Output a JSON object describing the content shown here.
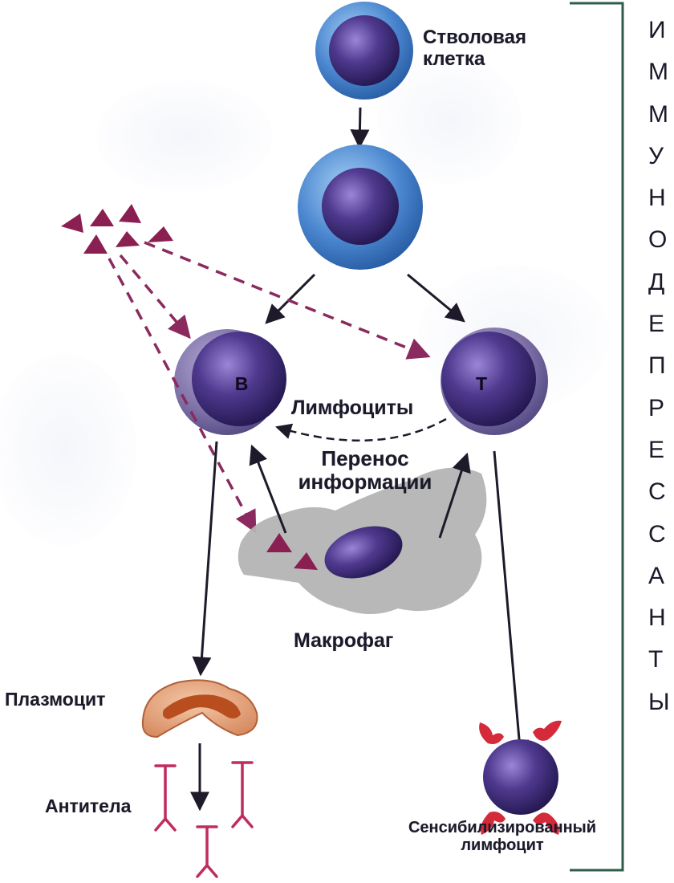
{
  "labels": {
    "stem_cell": "Стволовая\nклетка",
    "b_letter": "B",
    "t_letter": "T",
    "lymphocytes": "Лимфоциты",
    "info_transfer": "Перенос\nинформации",
    "macrophage": "Макрофаг",
    "plasmocyte": "Плазмоцит",
    "antibodies": "Антитела",
    "sensitized_lymphocyte": "Сенсибилизированный\nлимфоцит"
  },
  "bracket_letters": [
    "И",
    "М",
    "М",
    "У",
    "Н",
    "О",
    "Д",
    "Е",
    "П",
    "Р",
    "Е",
    "С",
    "С",
    "А",
    "Н",
    "Т",
    "Ы"
  ],
  "colors": {
    "nucleus": "#4a3585",
    "cell_ring": "#4a86cf",
    "lymph_cytoplasm": "#7f73a8",
    "antigen": "#8a1f52",
    "arrow": "#1e1a2a",
    "antigen_path": "#8a2a5e",
    "macrophage_body": "#b4b4b4",
    "plasmocyte_outer": "#e2a07c",
    "plasmocyte_inner": "#b84e1e",
    "antibody": "#c02c60",
    "receptor": "#d42a3a",
    "bracket": "#2e5e4a"
  }
}
